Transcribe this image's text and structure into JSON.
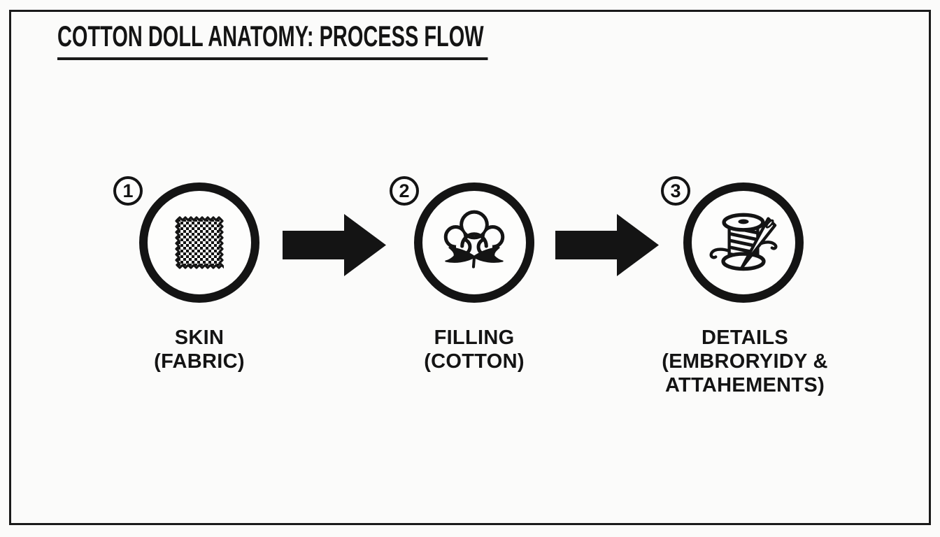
{
  "title": "COTTON DOLL ANATOMY: PROCESS FLOW",
  "steps": [
    {
      "number": "1",
      "icon": "fabric-swatch-icon",
      "label_lines": [
        "SKIN",
        "(FABRIC)"
      ]
    },
    {
      "number": "2",
      "icon": "cotton-boll-icon",
      "label_lines": [
        "FILLING",
        "(COTTON)"
      ]
    },
    {
      "number": "3",
      "icon": "thread-spool-needle-icon",
      "label_lines": [
        "DETAILS",
        "(EMBRORYIDY &",
        "ATTAHEMENTS)"
      ]
    }
  ],
  "connectors": [
    {
      "icon": "arrow-right-icon"
    },
    {
      "icon": "arrow-right-icon"
    }
  ],
  "colors": {
    "ink": "#141414",
    "background": "#fbfbfa"
  }
}
